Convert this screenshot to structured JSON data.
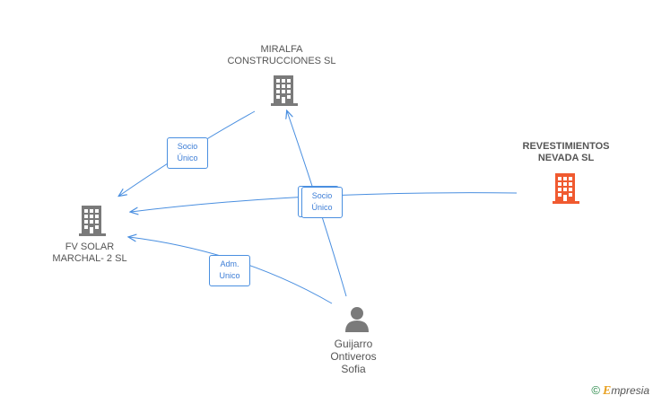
{
  "nodes": {
    "miralfa": {
      "line1": "MIRALFA",
      "line2": "CONSTRUCCIONES SL"
    },
    "revestimientos": {
      "line1": "REVESTIMIENTOS",
      "line2": "NEVADA  SL"
    },
    "fvsolar": {
      "line1": "FV SOLAR",
      "line2": "MARCHAL- 2 SL"
    },
    "guijarro": {
      "line1": "Guijarro",
      "line2": "Ontiveros",
      "line3": "Sofia"
    }
  },
  "edge_labels": {
    "socio_unico_1": {
      "line1": "Socio",
      "line2": "Único"
    },
    "socio_unico_2": {
      "line1": "Socio",
      "line2": "Único"
    },
    "adm_unico": {
      "line1": "Adm.",
      "line2": "Unico"
    }
  },
  "watermark": {
    "copyright": "©",
    "brand_initial": "E",
    "brand_rest": "mpresia"
  },
  "colors": {
    "edge": "#4a8fe0",
    "building": "#7a7a7a",
    "building_highlight": "#f05a30",
    "person": "#7a7a7a"
  },
  "icons": {
    "company": "building-icon",
    "person": "person-icon"
  }
}
